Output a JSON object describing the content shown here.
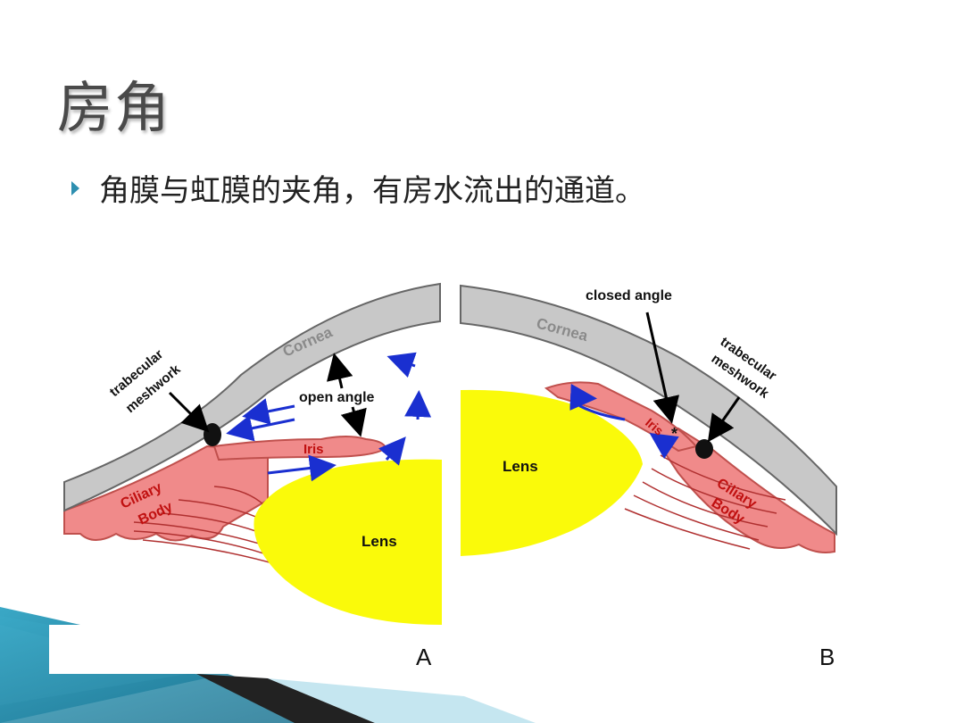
{
  "slide": {
    "title": "房角",
    "bullet": "角膜与虹膜的夹角，有房水流出的通道。"
  },
  "diagram_a": {
    "cornea": "Cornea",
    "trabecular_line1": "trabecular",
    "trabecular_line2": "meshwork",
    "open_angle": "open angle",
    "iris": "Iris",
    "ciliary_line1": "Ciliary",
    "ciliary_line2": "Body",
    "lens": "Lens",
    "panel_letter": "A"
  },
  "diagram_b": {
    "closed_angle": "closed angle",
    "cornea": "Cornea",
    "trabecular_line1": "trabecular",
    "trabecular_line2": "meshwork",
    "iris": "Iris",
    "star": "*",
    "ciliary_line1": "Ciliary",
    "ciliary_line2": "Body",
    "lens": "Lens",
    "panel_letter": "B"
  },
  "colors": {
    "cornea": "#c8c8c8",
    "iris_tissue": "#f08a8a",
    "lens": "#fafa0a",
    "flow_arrow": "#1a2fd0",
    "accent": "#2e8fb0"
  }
}
